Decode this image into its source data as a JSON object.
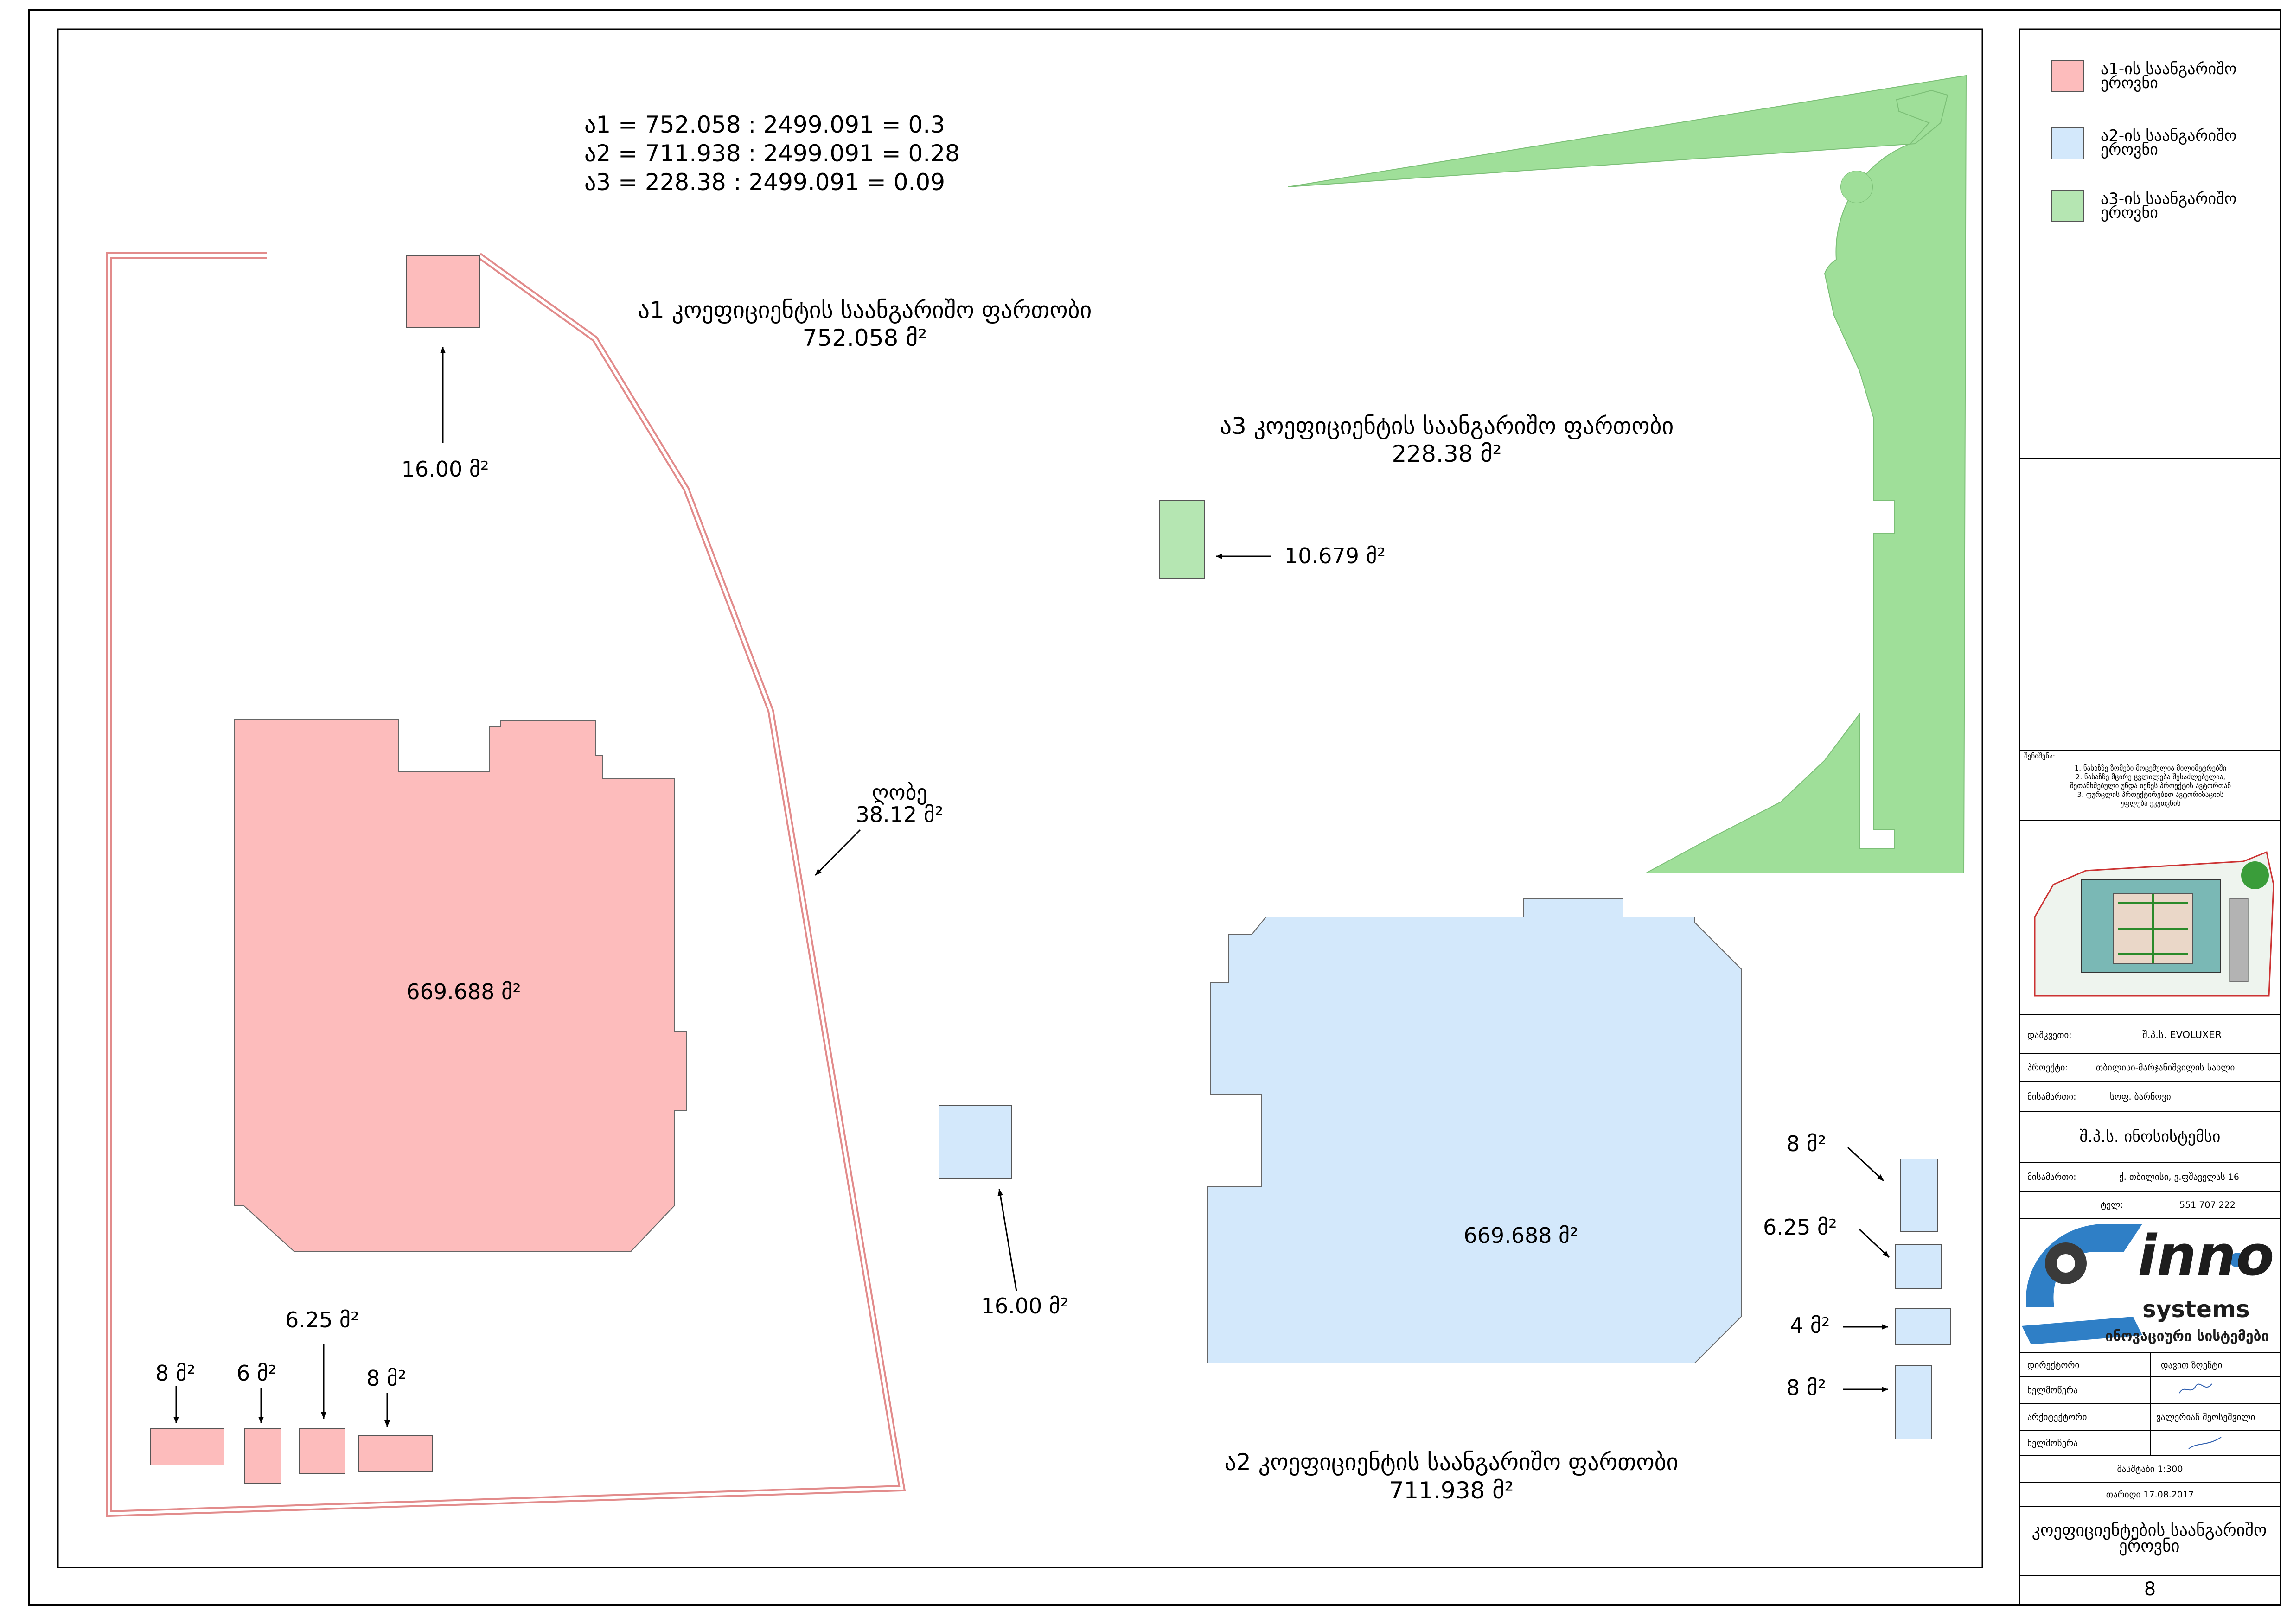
{
  "formulas": [
    "ა1 = 752.058 : 2499.091 = 0.3",
    "ა2 = 711.938 : 2499.091 = 0.28",
    "ა3 = 228.38 : 2499.091 = 0.09"
  ],
  "zones": {
    "k1": {
      "title": "ა1 კოეფიციენტის საანგარიშო ფართობი",
      "area": "752.058 მ²",
      "color": "#fdbcbc"
    },
    "k2": {
      "title": "ა2 კოეფიციენტის საანგარიშო ფართობი",
      "area": "711.938 მ²",
      "color": "#d3e8fb"
    },
    "k3": {
      "title": "ა3 კოეფიციენტის საანგარიშო ფართობი",
      "area": "228.38 მ²",
      "color": "#9fdf99"
    }
  },
  "labels": {
    "building_pink": "669.688 მ²",
    "building_blue": "669.688 მ²",
    "fence_name": "ღობე",
    "fence_area": "38.12 მ²",
    "pink_top_square": "16.00 მ²",
    "blue_mid_square": "16.00 მ²",
    "green_rect": "10.679 მ²",
    "pink_small_1": "8 მ²",
    "pink_small_2": "6 მ²",
    "pink_small_3": "6.25 მ²",
    "pink_small_4": "8 მ²",
    "blue_small_1": "8 მ²",
    "blue_small_2": "6.25 მ²",
    "blue_small_3": "4 მ²",
    "blue_small_4": "8 მ²"
  },
  "legend": [
    {
      "label": "ა1-ის საანგარიშო ეროვნი",
      "color": "#fdbcbc"
    },
    {
      "label": "ა2-ის საანგარიშო ეროვნი",
      "color": "#d3e8fb"
    },
    {
      "label": "ა3-ის საანგარიშო ეროვნი",
      "color": "#b5e6b2"
    }
  ],
  "notes": {
    "title": "შენიშვნა:",
    "lines": [
      "1. ნახაზზე ზომები მოცემულია მილიმეტრებში",
      "2. ნახაზზე მცირე ცვლილება შესაძლებელია,",
      "შეთანხმებული უნდა იქნეს პროექტის ავტორთან",
      "3. ფურცლის პროექტირებით ავტორიზაციის",
      "უფლება ეკუთვნის"
    ]
  },
  "title_block": {
    "client_label": "დამკვეთი:",
    "client_value": "შ.პ.ს. EVOLUXER",
    "project_label": "პროექტი:",
    "project_value": "თბილისი-მარჯანიშვილის სახლი",
    "address_label": "მისამართი:",
    "address_value": "სოფ. ბარნოვი",
    "company_name": "შ.პ.ს. ინოსისტემსი",
    "company_address_label": "მისამართი:",
    "company_address_value": "ქ. თბილისი, ვ.ფშაველას 16",
    "phone_label": "ტელ:",
    "phone_value": "551 707 222",
    "logo_inno": "inno",
    "logo_systems": "systems",
    "logo_sub": "ინოვაციური სისტემები",
    "director_label": "დირექტორი",
    "director_value": "დავით ზღენტი",
    "signature1_label": "ხელმოწერა",
    "architect_label": "არქიტექტორი",
    "architect_value": "ვალერიან შეოსეშვილი",
    "signature2_label": "ხელმოწერა",
    "scale": "მასშტაბი 1:300",
    "date": "თარიღი 17.08.2017",
    "sheet_title": "კოეფიციენტების საანგარიშო ეროვნი",
    "sheet_number": "8"
  }
}
